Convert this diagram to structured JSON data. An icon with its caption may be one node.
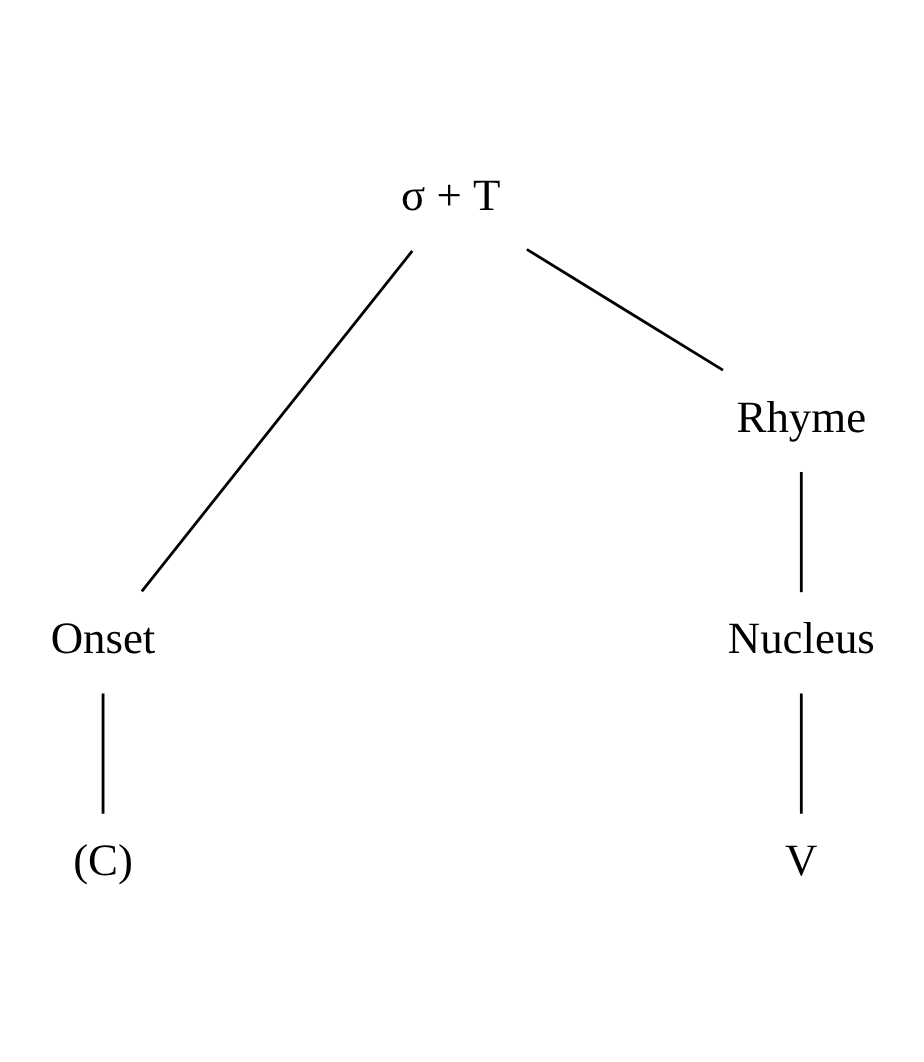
{
  "diagram": {
    "nodes": [
      {
        "text": [
          "σ + T"
        ]
      },
      {
        "text": [
          "Onset"
        ]
      },
      {
        "text": [
          "Rhyme"
        ]
      },
      {
        "text": [
          "Nucleus"
        ]
      },
      {
        "text": [
          "(C)"
        ]
      },
      {
        "text": [
          "V"
        ]
      }
    ],
    "edges": [
      {
        "from": 0,
        "to": 1,
        "arrow": "none"
      },
      {
        "from": 0,
        "to": 2,
        "arrow": "none"
      },
      {
        "from": 2,
        "to": 3,
        "arrow": "none"
      },
      {
        "from": 1,
        "to": 4,
        "arrow": "none"
      },
      {
        "from": 3,
        "to": 5,
        "arrow": "none"
      }
    ]
  }
}
